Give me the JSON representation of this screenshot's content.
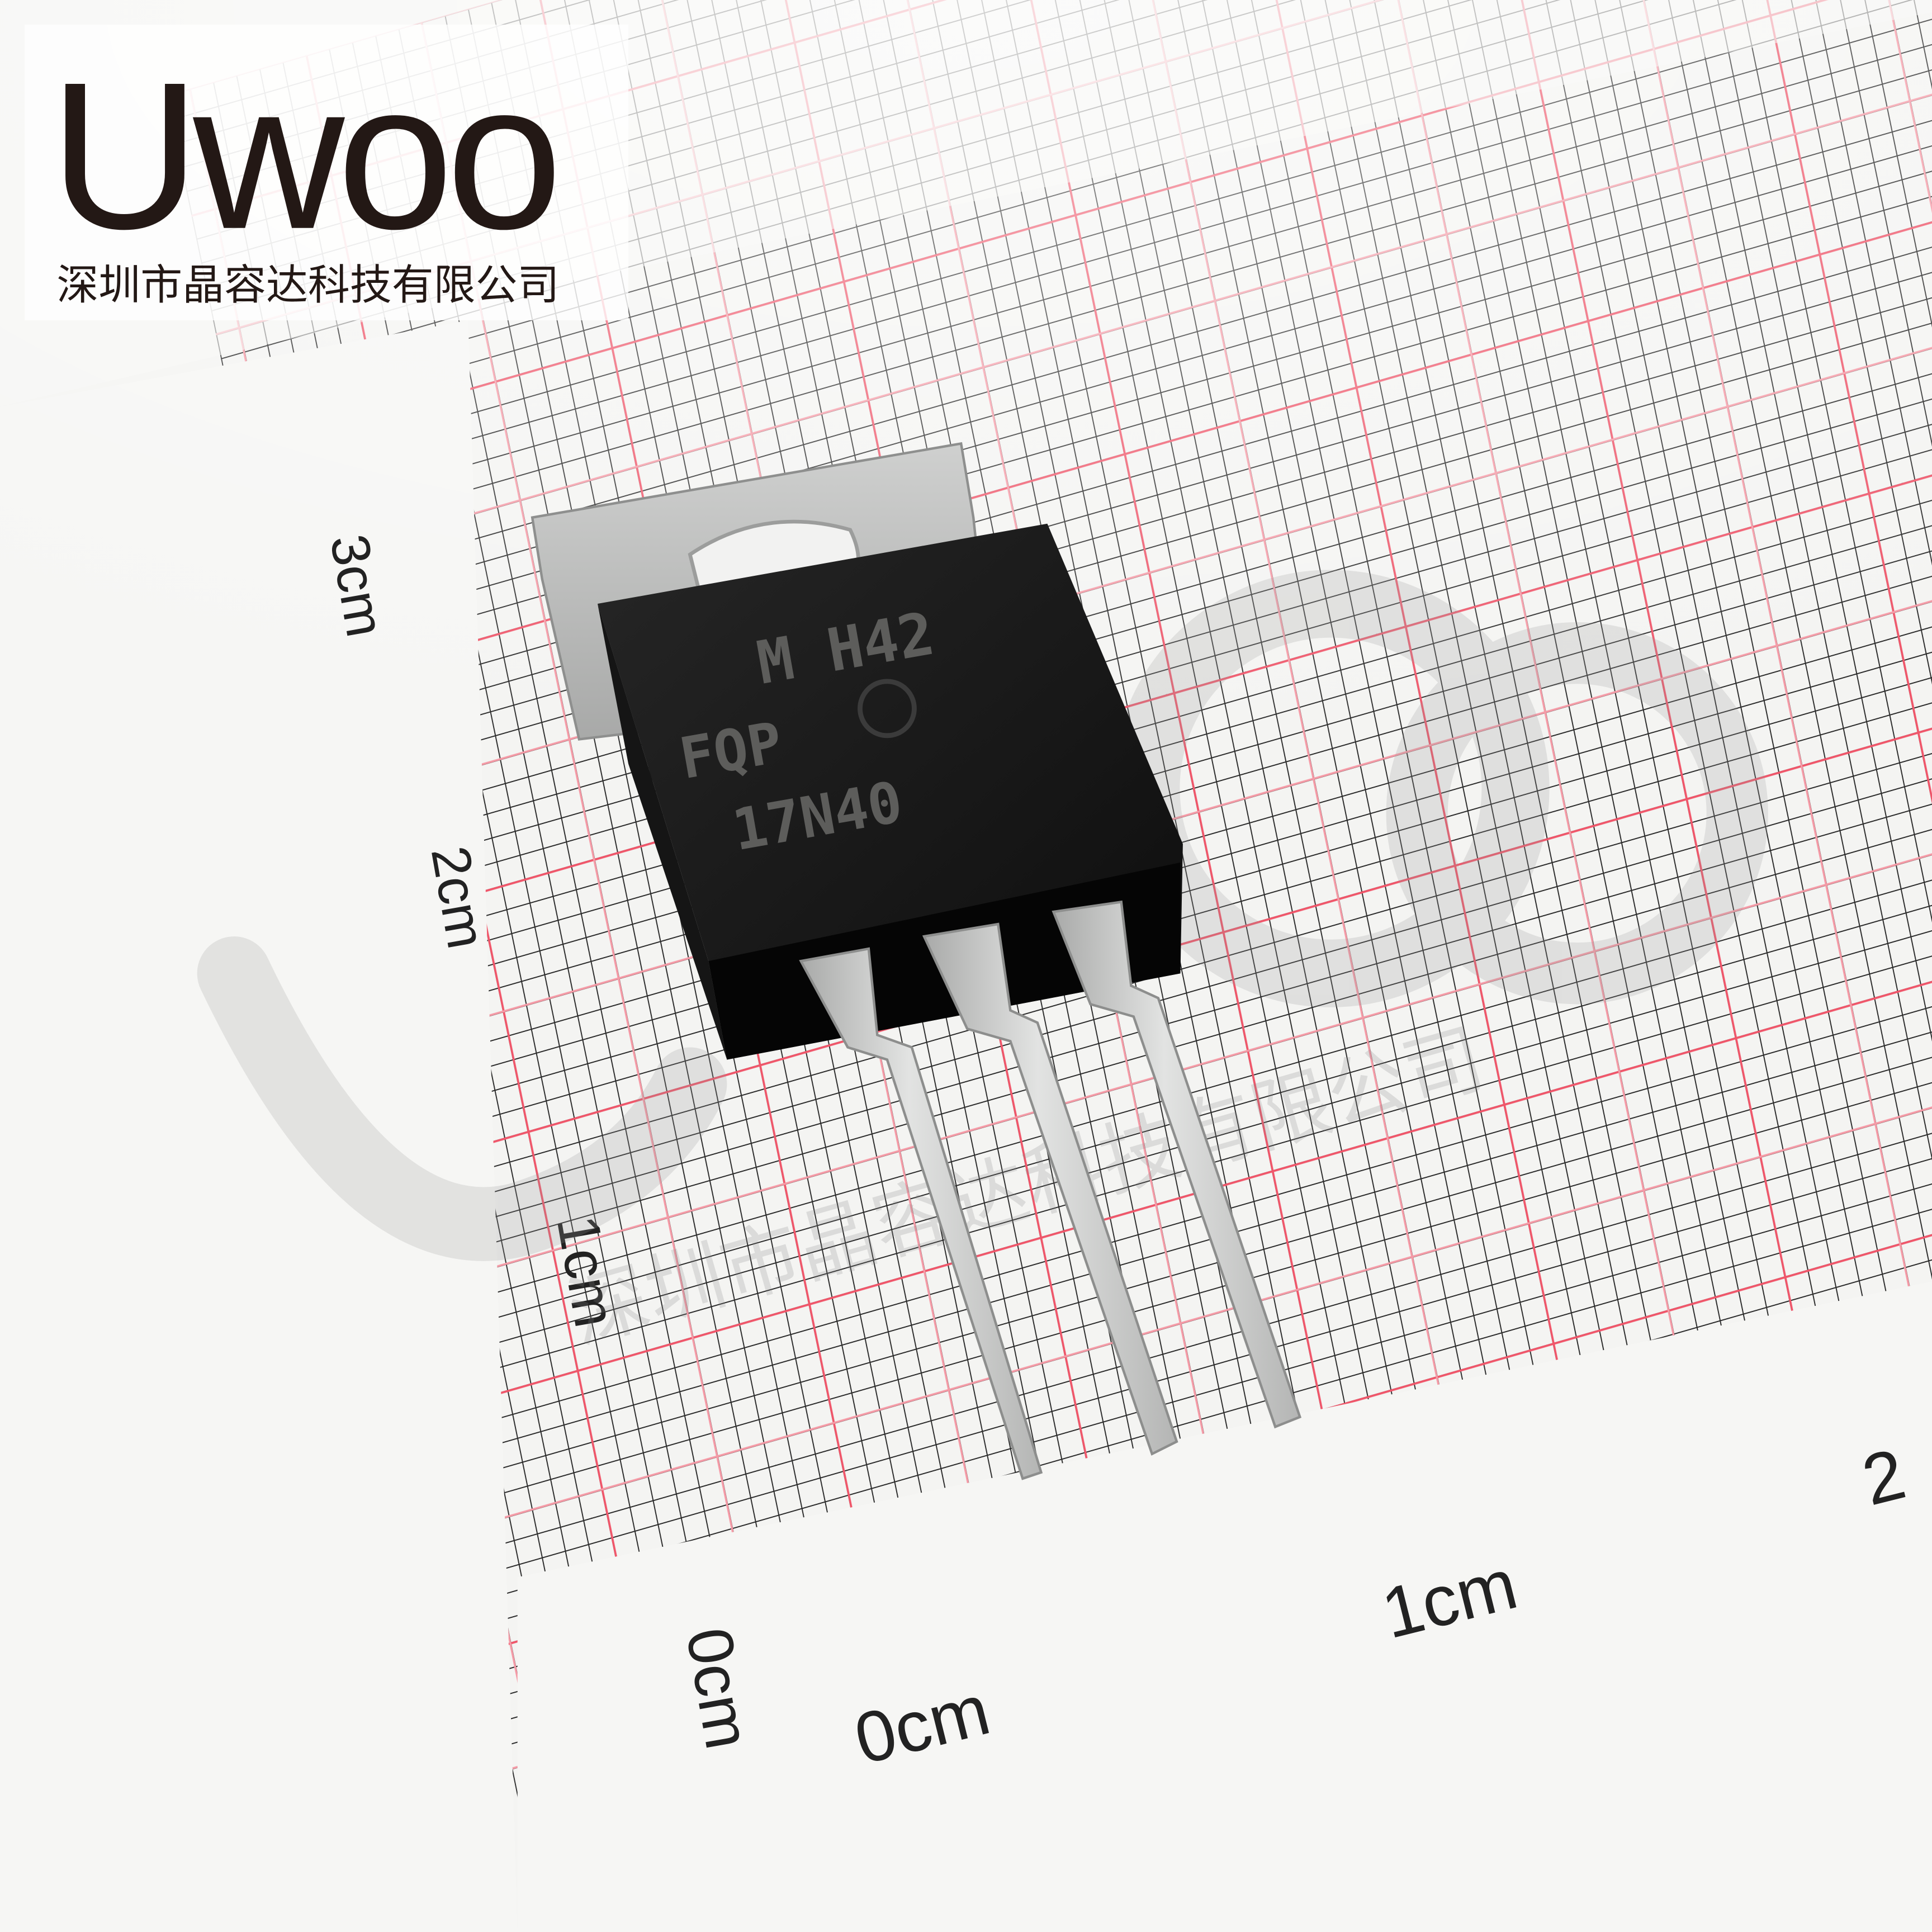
{
  "logo": {
    "wordmark": "Uwoo",
    "company": "深圳市晶容达科技有限公司"
  },
  "component": {
    "marking_line1": "M H42",
    "marking_line2": "FQP",
    "marking_line3": "17N40"
  },
  "ruler": {
    "vertical_labels": [
      "3cm",
      "2cm",
      "1cm",
      "0cm"
    ],
    "horizontal_labels": [
      "0cm",
      "1cm",
      "2"
    ]
  },
  "watermark": {
    "text": "深圳市晶容达科技有限公司"
  },
  "colors": {
    "paper": "#f4f4f2",
    "minor_grid": "#2b2b2b",
    "major_grid": "#f0566a",
    "component_body": "#1a1a1a",
    "metal": "#c8c9c8"
  }
}
